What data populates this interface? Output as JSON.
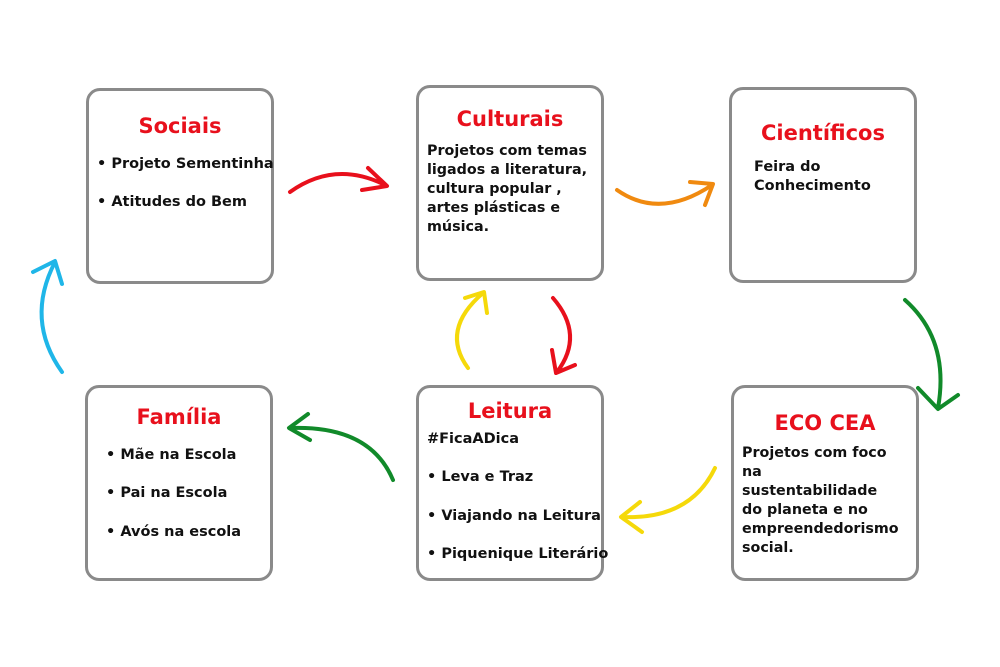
{
  "boxes": {
    "sociais": {
      "title": "Sociais",
      "items": [
        "Projeto Sementinha",
        "Atitudes do Bem"
      ]
    },
    "culturais": {
      "title": "Culturais",
      "text": "Projetos com temas\nligados a literatura,\ncultura popular ,\nartes plásticas e\nmúsica."
    },
    "cientificos": {
      "title": "Científicos",
      "text": "Feira do\nConhecimento"
    },
    "familia": {
      "title": "Família",
      "items": [
        "Mãe na Escola",
        "Pai na Escola",
        "Avós na escola"
      ]
    },
    "leitura": {
      "title": "Leitura",
      "hashtag": "#FicaADica",
      "items": [
        "Leva e Traz",
        "Viajando na Leitura",
        "Piquenique Literário"
      ]
    },
    "ecocea": {
      "title": "ECO CEA",
      "text": "Projetos com foco na\nsustentabilidade\ndo planeta e no\nempreendedorismo\nsocial."
    }
  },
  "colors": {
    "title": "#e8101c",
    "border": "#8a8a8a",
    "arrow_red": "#e8101c",
    "arrow_orange": "#f08a10",
    "arrow_green": "#118a2a",
    "arrow_yellow": "#f5d90a",
    "arrow_cyan": "#1fb6e8"
  },
  "arrows": [
    {
      "from": "sociais",
      "to": "culturais",
      "color": "arrow_red"
    },
    {
      "from": "culturais",
      "to": "cientificos",
      "color": "arrow_orange"
    },
    {
      "from": "cientificos",
      "to": "ecocea",
      "color": "arrow_green"
    },
    {
      "from": "ecocea",
      "to": "leitura",
      "color": "arrow_yellow"
    },
    {
      "from": "culturais",
      "to": "leitura",
      "color": "arrow_red"
    },
    {
      "from": "leitura",
      "to": "culturais",
      "color": "arrow_yellow"
    },
    {
      "from": "leitura",
      "to": "familia",
      "color": "arrow_green"
    },
    {
      "from": "familia",
      "to": "sociais",
      "color": "arrow_cyan"
    }
  ]
}
